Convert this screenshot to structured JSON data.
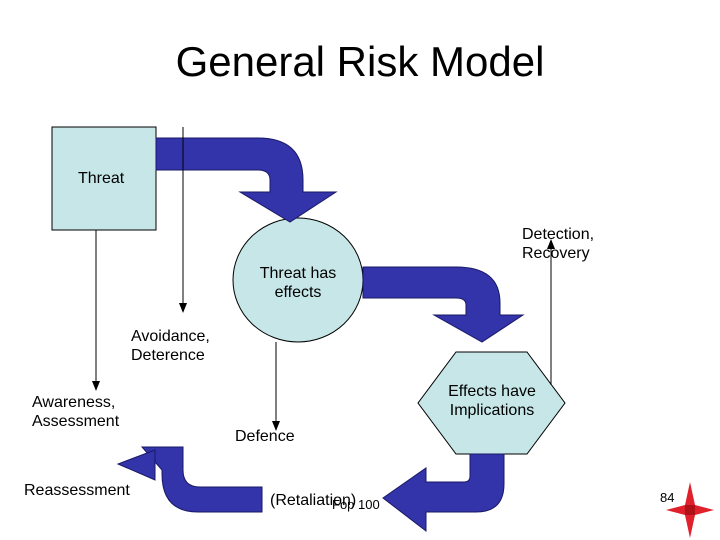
{
  "title": "General Risk Model",
  "nodes": {
    "threat": "Threat",
    "threat_has_effects": [
      "Threat has",
      "effects"
    ],
    "effects_have_implications": [
      "Effects have",
      "Implications"
    ]
  },
  "labels": {
    "detection_recovery": [
      "Detection,",
      "Recovery"
    ],
    "avoidance_deterrence": [
      "Avoidance,",
      "Deterence"
    ],
    "awareness_assessment": [
      "Awareness,",
      "Assessment"
    ],
    "defence": "Defence",
    "reassessment": "Reassessment",
    "retaliation": "(Retaliation)"
  },
  "footer": {
    "source": "Fop 100",
    "page_number": "84"
  },
  "colors": {
    "box_fill": "#c6e6e8",
    "arrow_fill": "#3333aa",
    "arrow_stroke": "#1a1a66",
    "logo_red": "#e0202a"
  },
  "icons": {
    "logo": "red-compass-star-icon"
  }
}
